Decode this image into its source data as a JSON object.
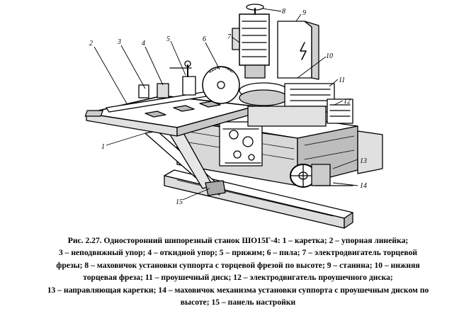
{
  "figure": {
    "labels": [
      "1",
      "2",
      "3",
      "4",
      "5",
      "6",
      "7",
      "8",
      "9",
      "10",
      "11",
      "12",
      "13",
      "14",
      "15"
    ]
  },
  "caption": {
    "lines": [
      "Рис. 2.27. Односторонний шипорезный  станок ШО15Г-4: 1 – каретка; 2 – упорная линейка;",
      "3 – неподвижный упор;  4 – откидной упор; 5 – прижим; 6 – пила; 7 – электродвигатель торцевой",
      "фрезы; 8 – маховичок установки суппорта с торцевой фрезой по высоте; 9 – станина; 10 – нижняя",
      "торцевая фреза; 11 – проушечный диск; 12 – электродвигатель проушечного диска;",
      "13 – направляющая каретки; 14 – маховичок механизма установки суппорта с проушечным диском по",
      "высоте; 15 – панель настройки"
    ]
  }
}
